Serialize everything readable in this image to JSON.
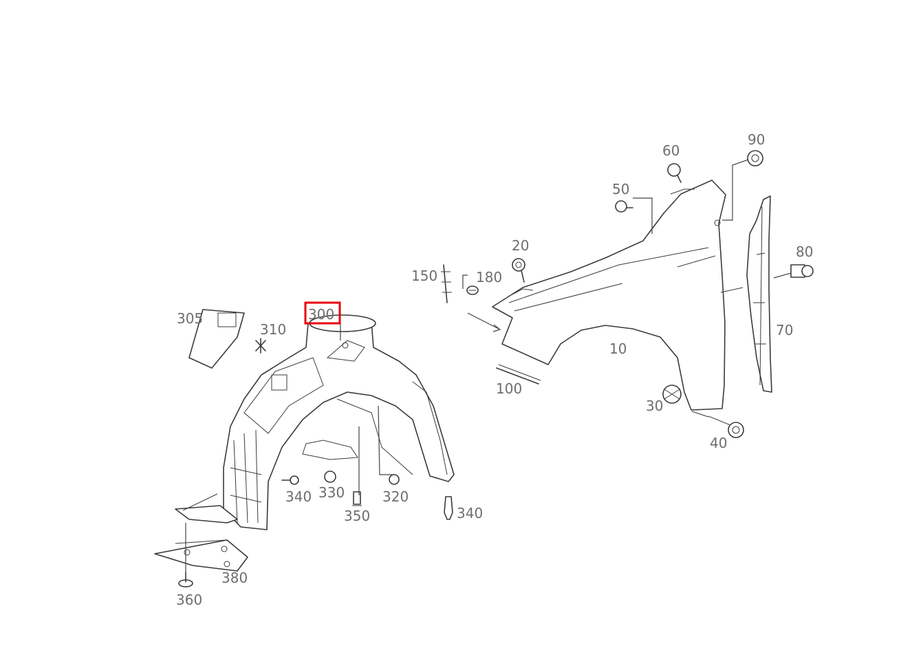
{
  "diagram": {
    "highlight_color": "#e8000f",
    "selected_callout": "300",
    "callouts": {
      "c10": "10",
      "c20": "20",
      "c30": "30",
      "c40": "40",
      "c50": "50",
      "c60": "60",
      "c70": "70",
      "c80": "80",
      "c90": "90",
      "c100": "100",
      "c150": "150",
      "c180": "180",
      "c300": "300",
      "c305": "305",
      "c310": "310",
      "c320": "320",
      "c330": "330",
      "c340a": "340",
      "c340b": "340",
      "c350": "350",
      "c360": "360",
      "c380": "380"
    }
  }
}
